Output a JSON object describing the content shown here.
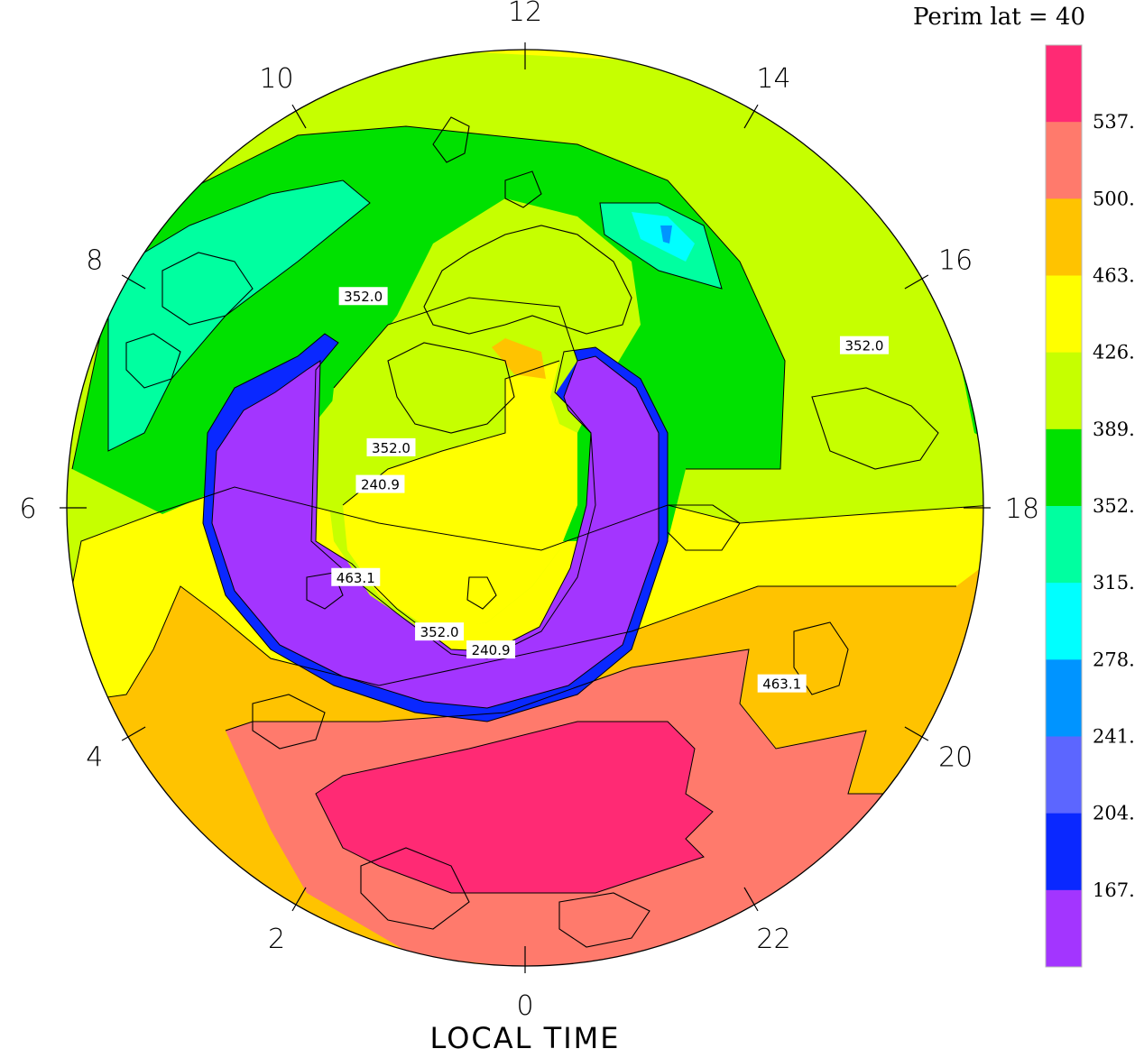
{
  "chart_data": {
    "type": "heatmap",
    "projection": "north polar stereographic",
    "perimeter_text": "Perim lat =  40",
    "xlabel": "LOCAL TIME",
    "hour_ticks": [
      "12",
      "10",
      "8",
      "6",
      "4",
      "2",
      "0",
      "22",
      "20",
      "18",
      "16",
      "14"
    ],
    "colorbar": {
      "levels": [
        "537.",
        "500.",
        "463.",
        "426.",
        "389.",
        "352.",
        "315.",
        "278.",
        "241.",
        "204.",
        "167."
      ],
      "colors": [
        "#ff2a74",
        "#ff7a6c",
        "#ffc300",
        "#ffff00",
        "#c6ff00",
        "#00e100",
        "#00ffa0",
        "#00ffff",
        "#0094ff",
        "#5c66ff",
        "#0a28ff",
        "#a335ff"
      ]
    },
    "contour_labels": [
      {
        "text": "352.0",
        "local_time": 9.5,
        "ring": 0.58
      },
      {
        "text": "352.0",
        "local_time": 16.3,
        "ring": 0.82
      },
      {
        "text": "352.0",
        "local_time": 7.6,
        "ring": 0.32
      },
      {
        "text": "240.9",
        "local_time": 6.6,
        "ring": 0.32
      },
      {
        "text": "463.1",
        "local_time": 4.5,
        "ring": 0.4
      },
      {
        "text": "463.1",
        "local_time": 20.3,
        "ring": 0.68
      },
      {
        "text": "240.9",
        "local_time": 0.9,
        "ring": 0.32
      },
      {
        "text": "352.0",
        "local_time": 2.3,
        "ring": 0.33
      }
    ]
  }
}
